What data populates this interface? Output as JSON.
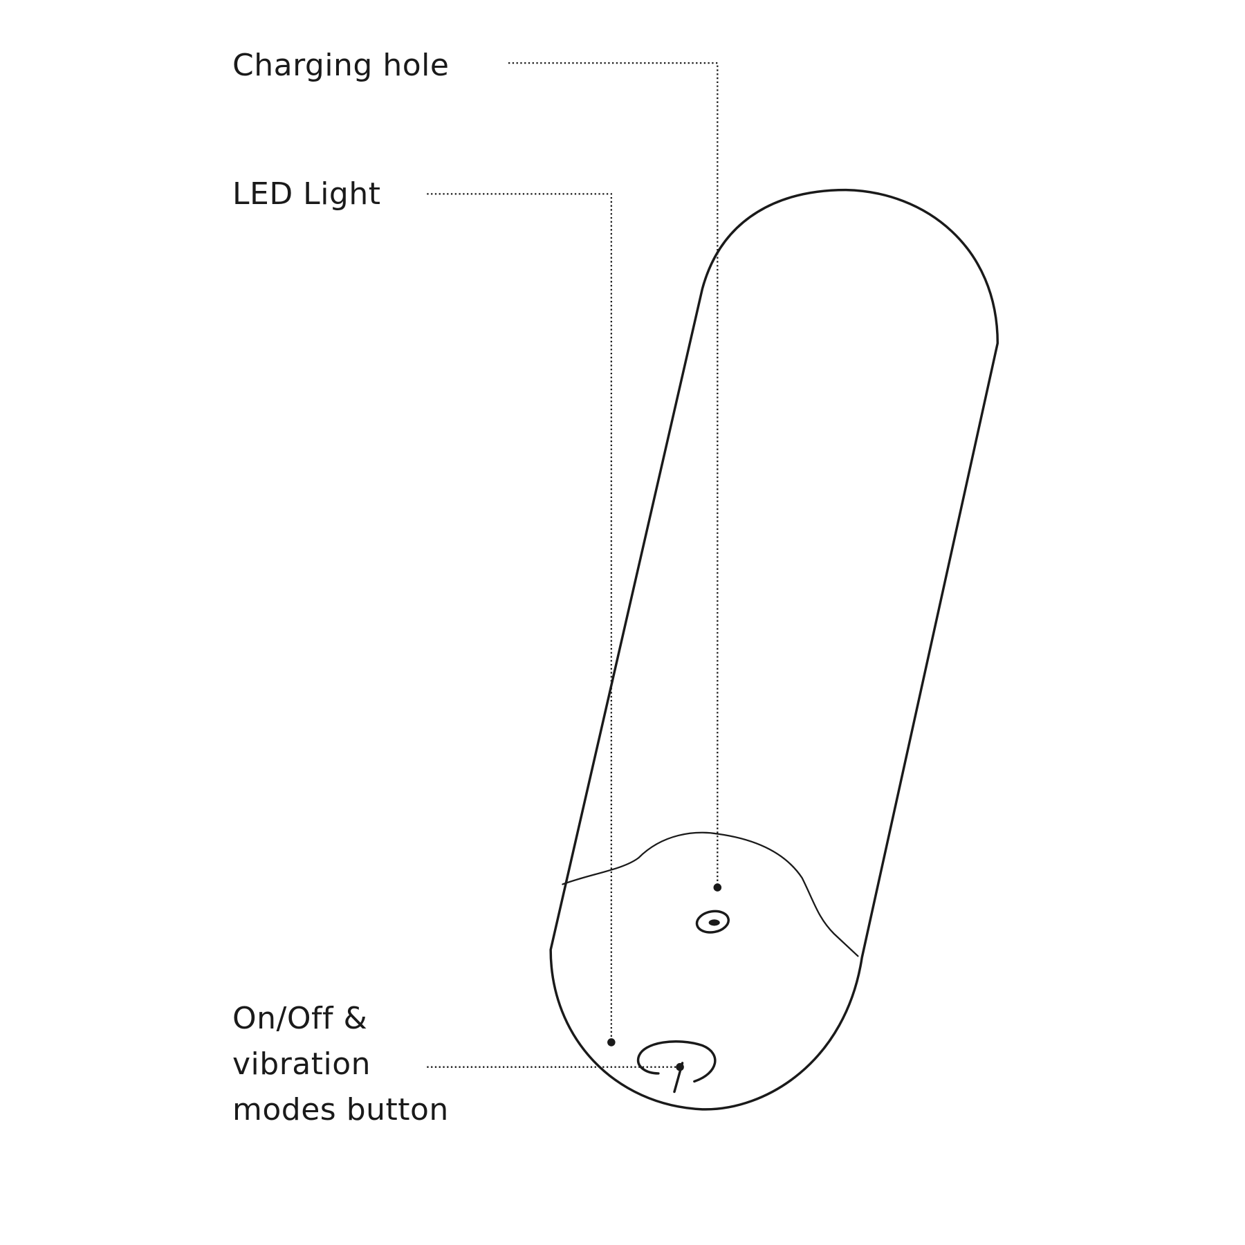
{
  "labels": {
    "charging_hole": "Charging hole",
    "led_light": "LED Light",
    "button_line1": "On/Off &",
    "button_line2": "vibration",
    "button_line3": "modes button"
  },
  "colors": {
    "line": "#1a1a1a",
    "background": "#ffffff"
  }
}
